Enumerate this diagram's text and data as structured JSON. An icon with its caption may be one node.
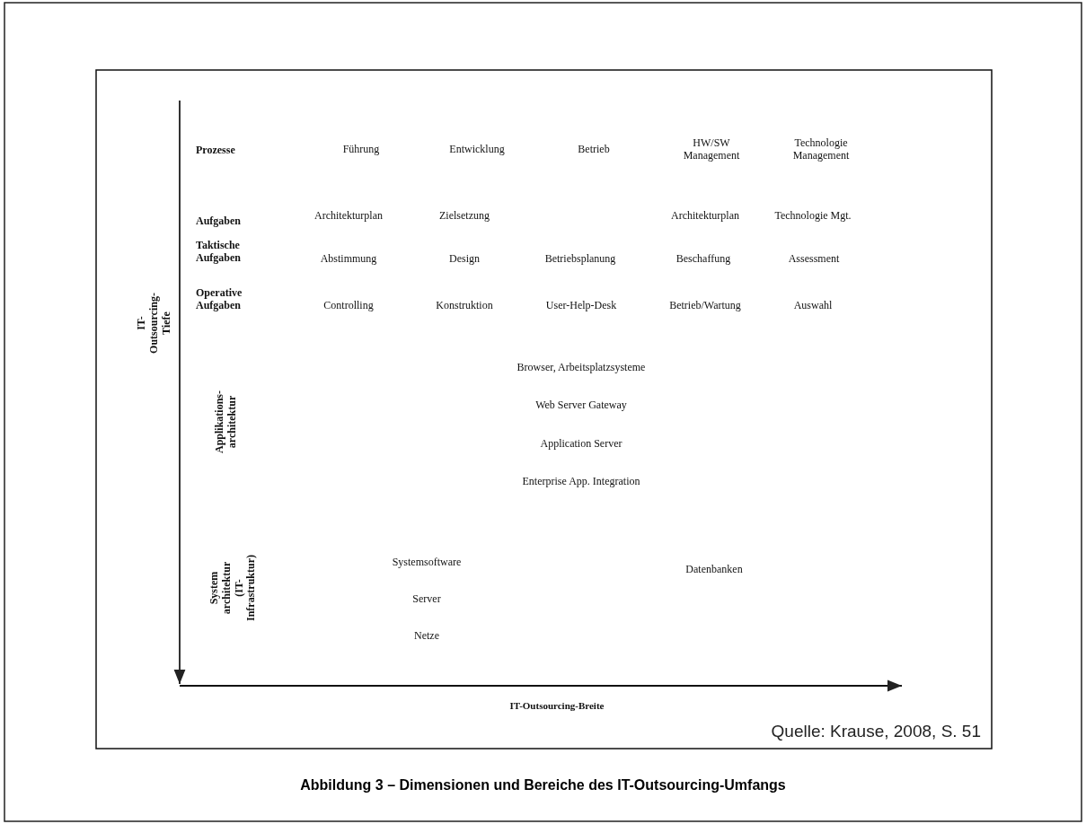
{
  "diagram": {
    "caption": "Abbildung 3 – Dimensionen und Bereiche des IT-Outsourcing-Umfangs",
    "labels": [
      "Prozesse",
      "Führung",
      "Entwicklung",
      "Betrieb",
      "HW/SW Management",
      "Technologie Management",
      "Aufgaben",
      "Architekturplan",
      "Zielsetzung",
      "Architekturplan",
      "Technologie Mgt.",
      "Taktische Aufgaben",
      "Abstimmung",
      "Design",
      "Betriebsplanung",
      "Beschaffung",
      "Assessment",
      "Operative Aufgaben",
      "Controlling",
      "Konstruktion",
      "User-Help-Desk",
      "Betrieb/Wartung",
      "Auswahl",
      "IT-Outsourcing-Tiefe",
      "Applikations- architektur",
      "Browser, Arbeitsplatzsysteme",
      "Web Server Gateway",
      "Application Server",
      "Enterprise App. Integration",
      "System architektur (IT-Infrastruktur)",
      "Systemsoftware",
      "Datenbanken",
      "Server",
      "Netze",
      "IT-Outsourcing-Breite",
      "Quelle: Krause, 2008, S. 51"
    ]
  }
}
